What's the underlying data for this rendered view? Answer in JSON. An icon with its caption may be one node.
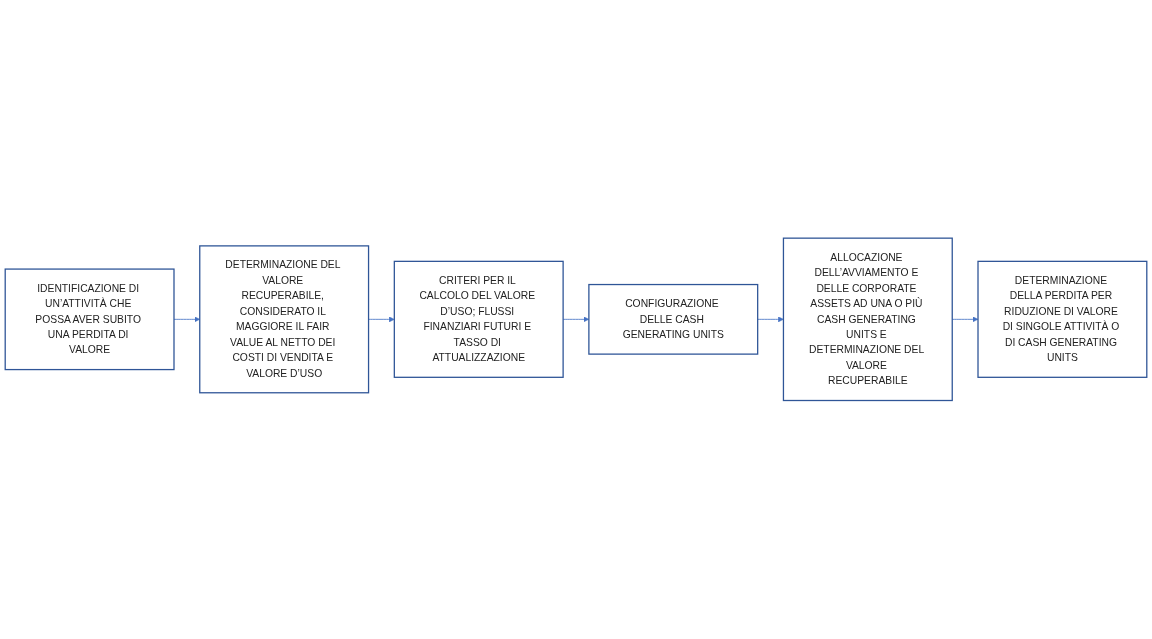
{
  "diagram": {
    "nodes": [
      {
        "text": [
          "IDENTIFICAZIONE DI UN’ATTIVITÀ CHE POSSA AVER SUBITO UNA PERDITA DI VALORE"
        ]
      },
      {
        "text": [
          "DETERMINAZIONE DEL VALORE RECUPERABILE, CONSIDERATO IL MAGGIORE IL FAIR VALUE AL NETTO DEI COSTI DI VENDITA E VALORE D’USO"
        ]
      },
      {
        "text": [
          "CRITERI PER IL CALCOLO DEL VALORE D’USO; FLUSSI FINANZIARI FUTURI E TASSO DI ATTUALIZZAZIONE"
        ]
      },
      {
        "text": [
          "CONFIGURAZIONE DELLE CASH GENERATING UNITS"
        ]
      },
      {
        "text": [
          "ALLOCAZIONE DELL’AVVIAMENTO E DELLE CORPORATE ASSETS AD UNA O PIÙ CASH GENERATING UNITS E DETERMINAZIONE DEL VALORE RECUPERABILE"
        ]
      },
      {
        "text": [
          "DETERMINAZIONE DELLA PERDITA PER RIDUZIONE DI VALORE DI SINGOLE ATTIVITÀ O DI CASH GENERATING UNITS"
        ]
      }
    ],
    "edges": [
      {
        "from": 0,
        "to": 1,
        "arrow": "to"
      },
      {
        "from": 1,
        "to": 2,
        "arrow": "to"
      },
      {
        "from": 2,
        "to": 3,
        "arrow": "to"
      },
      {
        "from": 3,
        "to": 4,
        "arrow": "to"
      },
      {
        "from": 4,
        "to": 5,
        "arrow": "to"
      }
    ]
  }
}
